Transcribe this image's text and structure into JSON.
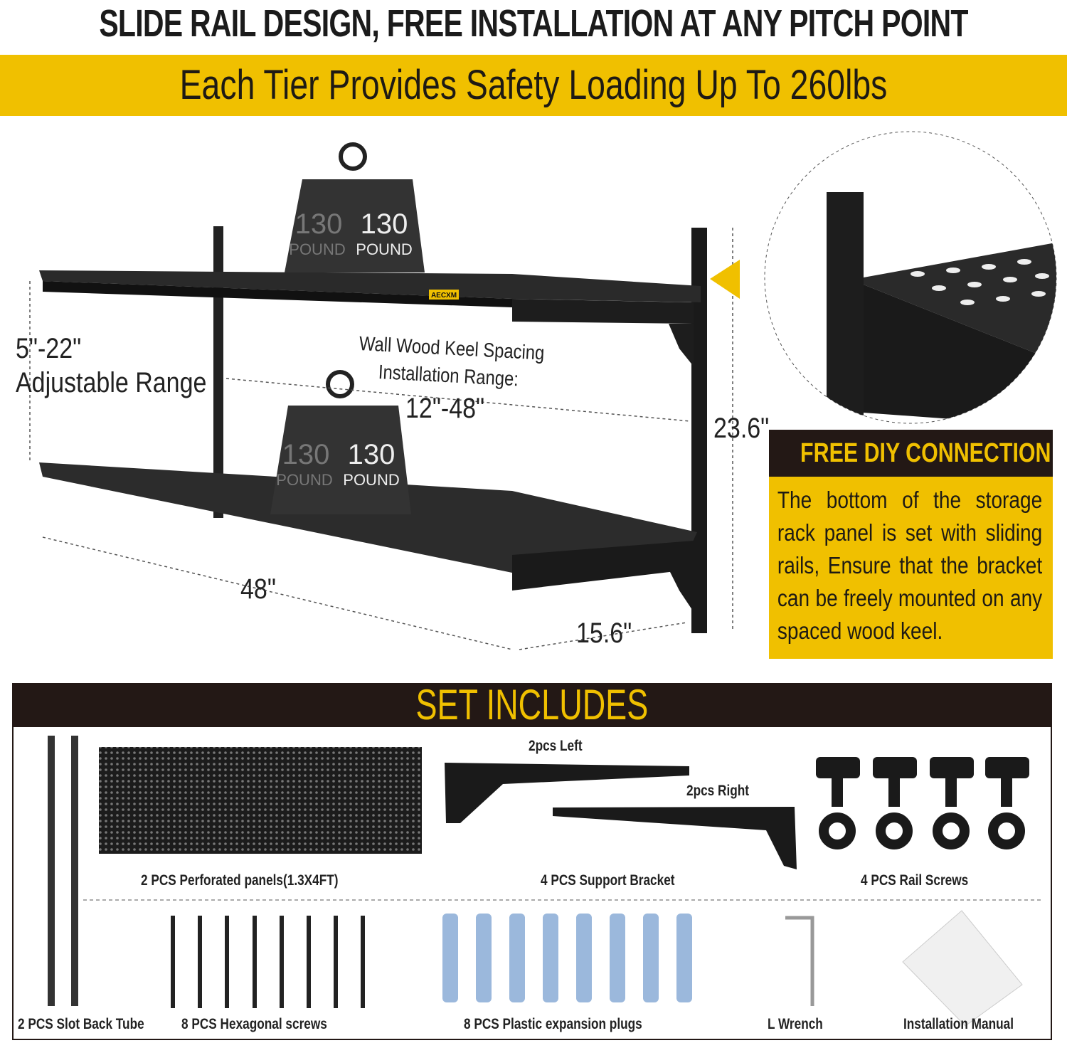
{
  "header": {
    "title": "SLIDE RAIL DESIGN, FREE INSTALLATION AT ANY PITCH POINT",
    "banner": "Each Tier Provides Safety Loading Up To 260lbs"
  },
  "diagram": {
    "brand_label": "AECXM",
    "weight_number": "130",
    "weight_unit": "POUND",
    "adjust_value": "5\"-22\"",
    "adjust_label": "Adjustable Range",
    "keel_line1": "Wall Wood Keel Spacing",
    "keel_line2": "Installation Range:",
    "keel_value": "12\"-48\"",
    "height": "23.6\"",
    "width": "48\"",
    "depth": "15.6\""
  },
  "diy": {
    "title": "FREE DIY CONNECTION",
    "text": "The bottom of the storage rack panel is set with sliding rails, Ensure that the bracket can be freely mounted on any spaced wood keel."
  },
  "set": {
    "title": "SET INCLUDES",
    "bracket_left": "2pcs Left",
    "bracket_right": "2pcs Right",
    "items": [
      "2 PCS Perforated panels(1.3X4FT)",
      "4 PCS Support Bracket",
      "4 PCS Rail Screws",
      "2 PCS Slot Back Tube",
      "8 PCS Hexagonal screws",
      "8 PCS Plastic expansion plugs",
      "L Wrench",
      "Installation Manual"
    ]
  },
  "colors": {
    "accent": "#f0c000",
    "dark": "#231815",
    "plug": "#9bb8dc"
  }
}
